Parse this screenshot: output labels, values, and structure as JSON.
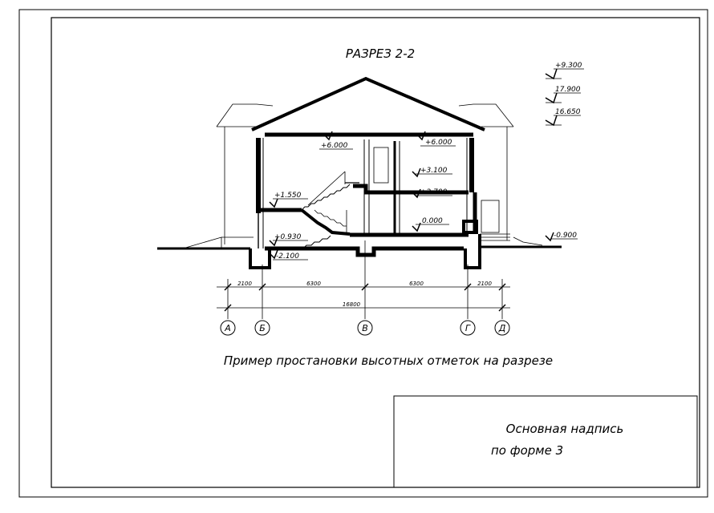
{
  "title": "РАЗРЕЗ  2-2",
  "caption": "Пример  простановки  высотных  отметок  на  разрезе",
  "stamp": {
    "line1": "Основная надпись",
    "line2": "по форме 3"
  },
  "level_marks": {
    "roof_top": "+9.300",
    "mark_a": "17.900",
    "mark_b": "16.650",
    "floor2_left": "+6.000",
    "floor2_right": "+6.000",
    "landing_3100": "+3.100",
    "landing_2700": "+2.700",
    "stair_1550": "+1.550",
    "ground_floor": "0.000",
    "entry_0930": "+0.930",
    "basement": "-2.100",
    "grade": "-0.900"
  },
  "dimensions": {
    "d1": "2100",
    "d2": "6300",
    "d3": "6300",
    "d4": "2100",
    "total": "16800"
  },
  "axes": [
    "А",
    "Б",
    "В",
    "Г",
    "Д"
  ]
}
